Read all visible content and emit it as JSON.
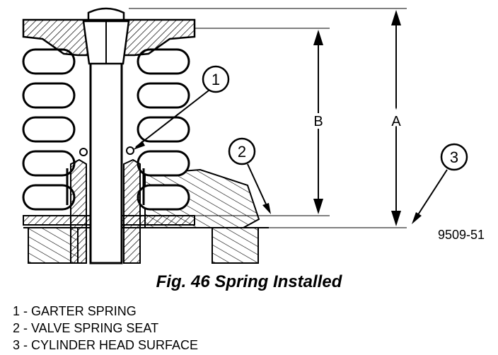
{
  "figure": {
    "code": "9509-51",
    "caption": "Fig. 46 Spring Installed",
    "dimension_labels": {
      "a": "A",
      "b": "B"
    },
    "callouts": [
      {
        "number": "1",
        "label": "1 - GARTER SPRING"
      },
      {
        "number": "2",
        "label": "2 - VALVE SPRING SEAT"
      },
      {
        "number": "3",
        "label": "3 - CYLINDER HEAD SURFACE"
      }
    ]
  }
}
